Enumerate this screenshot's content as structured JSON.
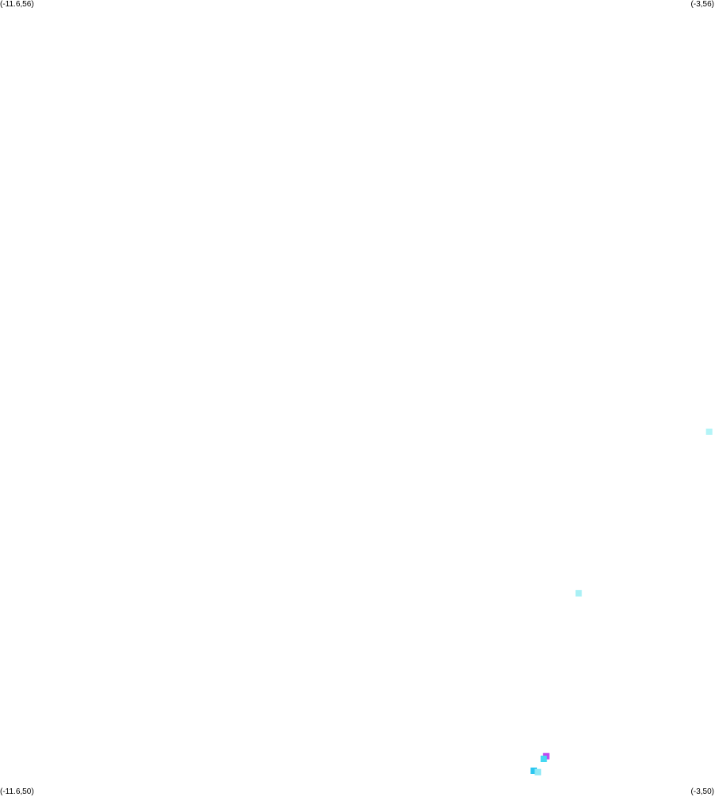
{
  "corners": {
    "top_left": "(-11.6,56)",
    "top_right": "(-3,56)",
    "bottom_left": "(-11.6,50)",
    "bottom_right": "(-3,50)"
  },
  "extent": {
    "lon_min": -11.6,
    "lon_max": -3,
    "lat_min": 50,
    "lat_max": 56
  },
  "points": [
    {
      "lon": -3.07,
      "lat": 52.74,
      "color": "#b3f4f7"
    },
    {
      "lon": -4.64,
      "lat": 51.52,
      "color": "#a9f0f5"
    },
    {
      "lon": -5.03,
      "lat": 50.29,
      "color": "#c048f0"
    },
    {
      "lon": -5.06,
      "lat": 50.27,
      "color": "#44d8f2"
    },
    {
      "lon": -5.18,
      "lat": 50.18,
      "color": "#2bc6f0"
    },
    {
      "lon": -5.13,
      "lat": 50.17,
      "color": "#8ee9f6"
    }
  ]
}
